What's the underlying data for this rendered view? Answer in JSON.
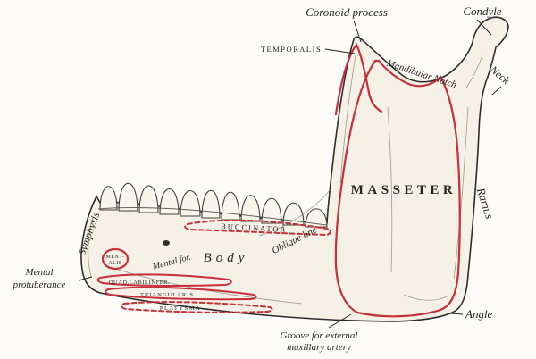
{
  "figure": {
    "colors": {
      "muscle_red": "#c5303a",
      "ink": "#26241f",
      "bone_fill": "#f5f1e6",
      "paper": "#fdfcf9"
    },
    "labels": {
      "coronoid_process": "Coronoid process",
      "condyle": "Condyle",
      "temporalis": "TEMPORALIS",
      "mandibular_notch": "Mandibular Notch",
      "neck": "Neck",
      "masseter": "MASSETER",
      "ramus": "Ramus",
      "angle": "Angle",
      "buccinator": "BUCCINATOR",
      "body": "Body",
      "oblique_line": "Oblique line",
      "mental_foramen": "Mental for.",
      "mentalis_line1": "MENT-",
      "mentalis_line2": "ALIS",
      "quad_labii_infer": "QUAD.LABII.INFER.",
      "triangularis": "TRIANGULARIS",
      "platysma": "PLATYSMA",
      "symphysis": "Symphysis",
      "mental_protuberance_line1": "Mental",
      "mental_protuberance_line2": "protuberance",
      "groove_line1": "Groove for external",
      "groove_line2": "maxillary artery"
    }
  }
}
